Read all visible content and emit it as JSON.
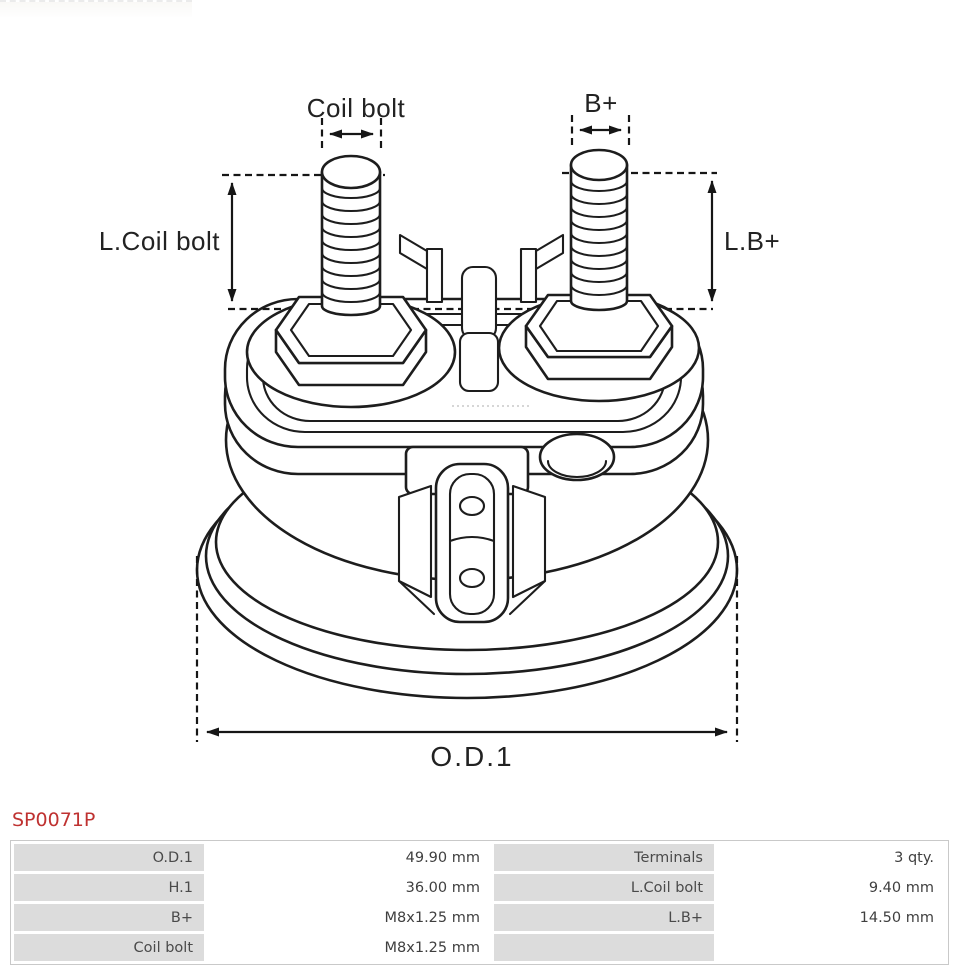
{
  "diagram": {
    "labels": {
      "coil_bolt": "Coil bolt",
      "b_plus": "B+",
      "l_coil_bolt": "L.Coil bolt",
      "l_b_plus": "L.B+",
      "od1": "O.D.1"
    },
    "stroke_color": "#1d1d1d"
  },
  "part_number": {
    "text": "SP0071P",
    "color": "#bf3231"
  },
  "spec_table": {
    "label_bg": "#dcdcdc",
    "border_color": "#c9c9c9",
    "rows": [
      {
        "label1": "O.D.1",
        "value1": "49.90 mm",
        "label2": "Terminals",
        "value2": "3 qty."
      },
      {
        "label1": "H.1",
        "value1": "36.00 mm",
        "label2": "L.Coil bolt",
        "value2": "9.40 mm"
      },
      {
        "label1": "B+",
        "value1": "M8x1.25 mm",
        "label2": "L.B+",
        "value2": "14.50 mm"
      },
      {
        "label1": "Coil bolt",
        "value1": "M8x1.25 mm",
        "label2": "",
        "value2": ""
      }
    ]
  }
}
